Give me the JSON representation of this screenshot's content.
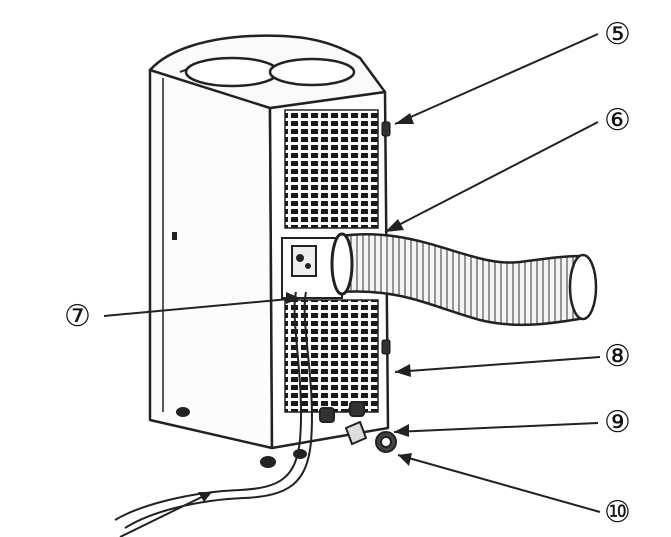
{
  "diagram": {
    "callouts": {
      "c5": "⑤",
      "c6": "⑥",
      "c7": "⑦",
      "c8": "⑧",
      "c9": "⑨",
      "c10": "⑩"
    }
  }
}
